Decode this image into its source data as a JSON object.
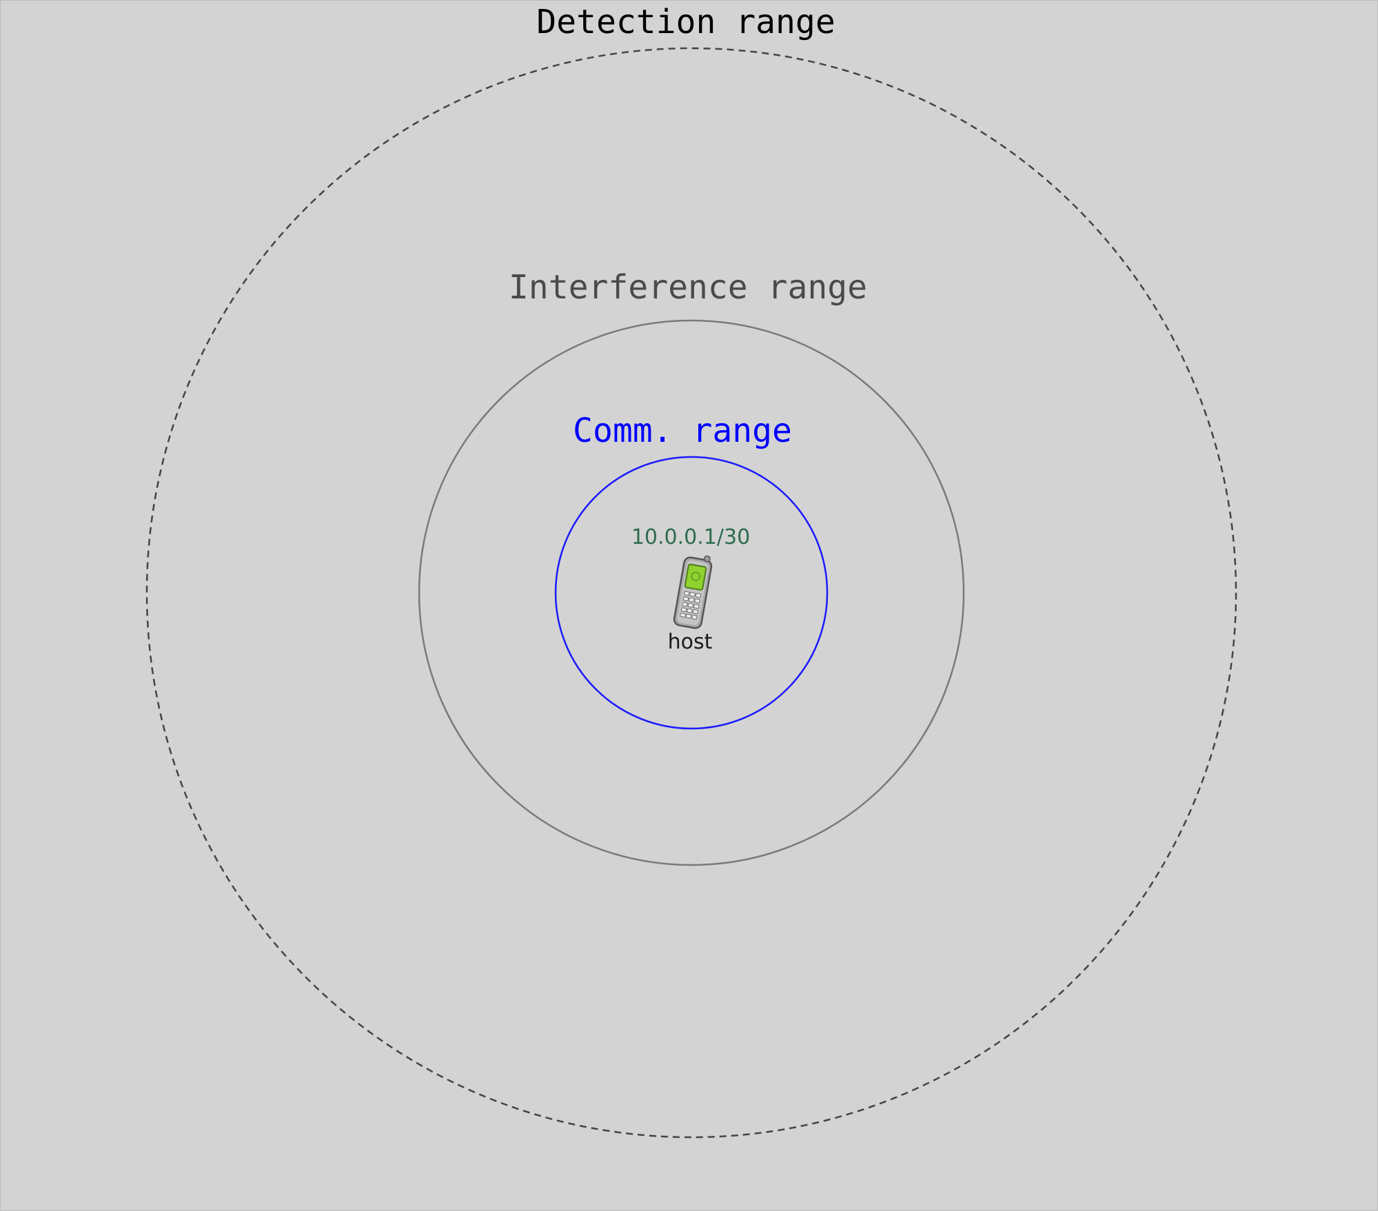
{
  "ranges": {
    "detection": {
      "label": "Detection range",
      "color": "#000000",
      "circle_color": "#444444",
      "style": "dashed"
    },
    "interference": {
      "label": "Interference range",
      "color": "#4a4a4a",
      "circle_color": "#7a7a7a",
      "style": "solid"
    },
    "communication": {
      "label": "Comm. range",
      "color": "#0000ff",
      "circle_color": "#1a1aff",
      "style": "solid"
    }
  },
  "node": {
    "name": "host",
    "address": "10.0.0.1/30",
    "address_color": "#2e6b4f",
    "icon": "cellphone-icon"
  },
  "background_color": "#d3d3d3"
}
